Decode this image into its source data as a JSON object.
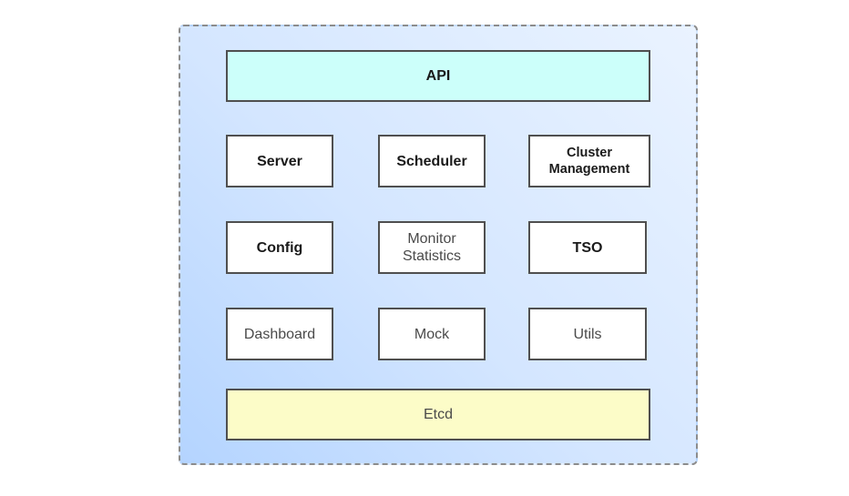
{
  "diagram": {
    "layers": {
      "top": "API",
      "bottom": "Etcd"
    },
    "modules": [
      {
        "label": "Server",
        "style": "bold"
      },
      {
        "label": "Scheduler",
        "style": "bold"
      },
      {
        "label": "Cluster\nManagement",
        "style": "small-bold"
      },
      {
        "label": "Config",
        "style": "bold"
      },
      {
        "label": "Monitor\nStatistics",
        "style": "regular"
      },
      {
        "label": "TSO",
        "style": "bold"
      },
      {
        "label": "Dashboard",
        "style": "regular"
      },
      {
        "label": "Mock",
        "style": "regular"
      },
      {
        "label": "Utils",
        "style": "regular"
      }
    ]
  },
  "colors": {
    "api_fill": "#ccfffa",
    "etcd_fill": "#fcfcc8",
    "container_fill": "#c8e0ff",
    "border": "#4f4f4f",
    "dashed_border": "#8c8c8c"
  }
}
